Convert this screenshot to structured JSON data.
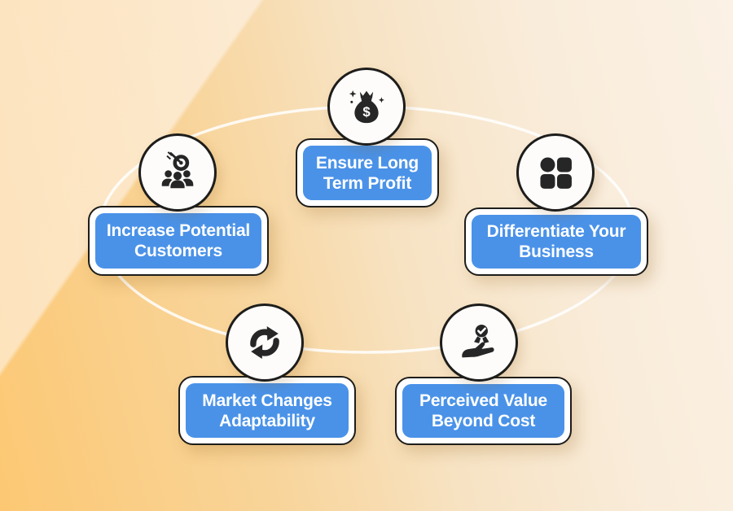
{
  "figure": {
    "type": "cycle-diagram",
    "node_count": 5,
    "connector_shape": "ellipse"
  },
  "colors": {
    "accent": "#4a92e8",
    "outline": "#1d1d1b",
    "iconInk": "#262626",
    "circleFill": "#fdfcfa",
    "connector": "#ffffff",
    "bgOrange": "#fcc873",
    "bgCream": "#fbf1e5"
  },
  "nodes": [
    {
      "name": "ensure-long-term-profit",
      "icon": "money-bag-icon",
      "lines": [
        "Ensure Long",
        "Term Profit"
      ]
    },
    {
      "name": "increase-potential-customers",
      "icon": "target-audience-icon",
      "lines": [
        "Increase Potential",
        "Customers"
      ]
    },
    {
      "name": "differentiate-your-business",
      "icon": "four-shapes-icon",
      "lines": [
        "Differentiate Your",
        "Business"
      ]
    },
    {
      "name": "market-changes-adaptability",
      "icon": "refresh-arrows-icon",
      "lines": [
        "Market Changes",
        "Adaptability"
      ]
    },
    {
      "name": "perceived-value-beyond-cost",
      "icon": "badge-hand-icon",
      "lines": [
        "Perceived Value",
        "Beyond Cost"
      ]
    }
  ]
}
